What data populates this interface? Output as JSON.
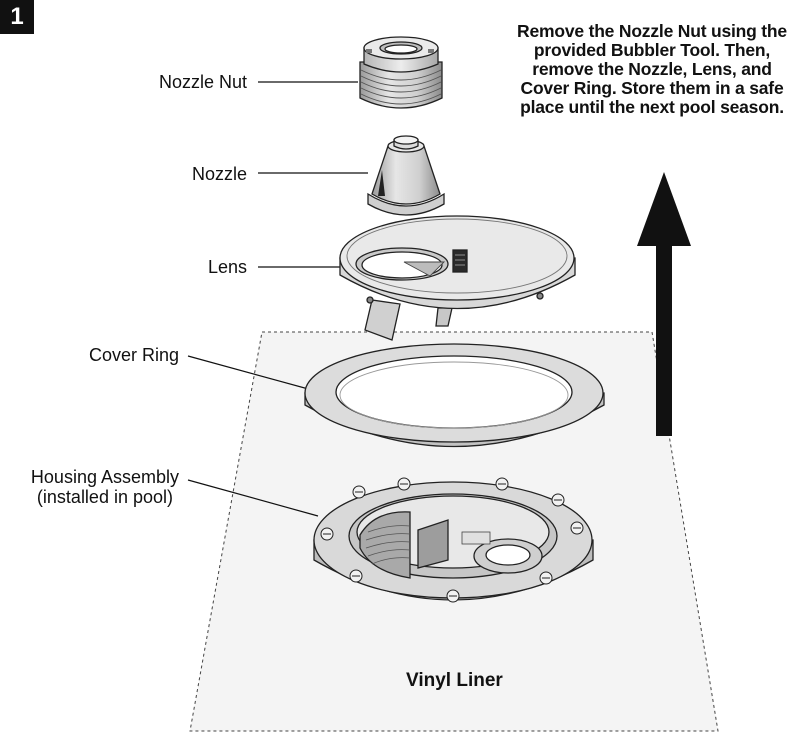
{
  "step_number": "1",
  "instructions": [
    "Remove the Nozzle Nut using the",
    "provided Bubbler Tool. Then,",
    "remove the Nozzle, Lens, and",
    "Cover Ring. Store them in a safe",
    "place until the next pool season."
  ],
  "labels": {
    "nozzle_nut": "Nozzle Nut",
    "nozzle": "Nozzle",
    "lens": "Lens",
    "cover_ring": "Cover Ring",
    "housing_line1": "Housing Assembly",
    "housing_line2": "(installed in pool)",
    "vinyl_liner": "Vinyl Liner"
  }
}
